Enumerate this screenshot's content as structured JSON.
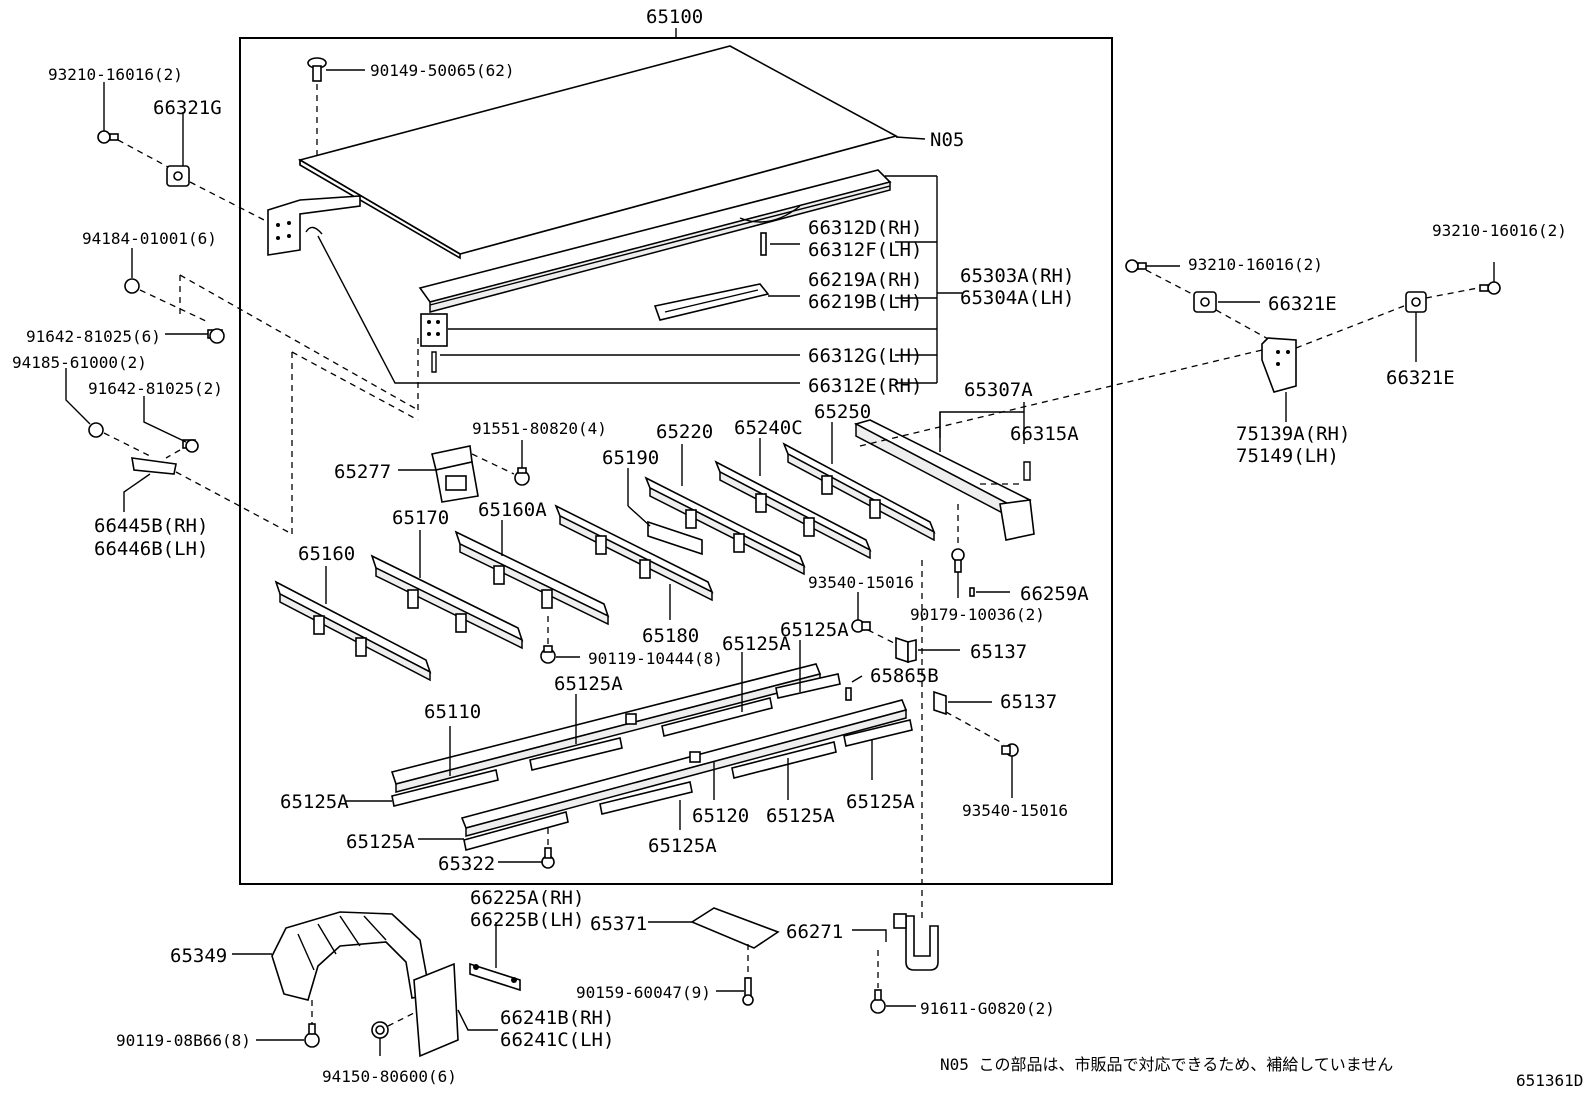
{
  "assembly_label": "65100",
  "footnote": "N05 この部品は、市販品で対応できるため、補給していません",
  "figure_code": "651361D",
  "labels": {
    "p93210_l": "93210-16016(2)",
    "p66321G": "66321G",
    "p94184": "94184-01001(6)",
    "p91642_a": "91642-81025(6)",
    "p94185": "94185-61000(2)",
    "p91642_b": "91642-81025(2)",
    "p66445B": "66445B(RH)",
    "p66446B": "66446B(LH)",
    "p90149": "90149-50065(62)",
    "pN05": "N05",
    "p66312D": "66312D(RH)",
    "p66312F": "66312F(LH)",
    "p66219A": "66219A(RH)",
    "p66219B": "66219B(LH)",
    "p65303A": "65303A(RH)",
    "p65304A": "65304A(LH)",
    "p66312G": "66312G(LH)",
    "p66312E": "66312E(RH)",
    "p91551": "91551-80820(4)",
    "p65277": "65277",
    "p65220": "65220",
    "p65240C": "65240C",
    "p65250": "65250",
    "p65307A": "65307A",
    "p66315A": "66315A",
    "p65190": "65190",
    "p65170": "65170",
    "p65160A": "65160A",
    "p65160": "65160",
    "p93540_a": "93540-15016",
    "p66259A": "66259A",
    "p90179": "90179-10036(2)",
    "p65180": "65180",
    "p65137_a": "65137",
    "p90119_a": "90119-10444(8)",
    "p65125A_1": "65125A",
    "p65125A_2": "65125A",
    "p65865B": "65865B",
    "p65125A_3": "65125A",
    "p65137_b": "65137",
    "p65110": "65110",
    "p65125A_4": "65125A",
    "p65125A_5": "65125A",
    "p65120": "65120",
    "p65125A_6": "65125A",
    "p93540_b": "93540-15016",
    "p65125A_7": "65125A",
    "p65125A_8": "65125A",
    "p65322": "65322",
    "p93210_r1": "93210-16016(2)",
    "p66321E_1": "66321E",
    "p93210_r2": "93210-16016(2)",
    "p66321E_2": "66321E",
    "p75139A": "75139A(RH)",
    "p75149": "75149(LH)",
    "p66225A": "66225A(RH)",
    "p66225B": "66225B(LH)",
    "p65371": "65371",
    "p65349": "65349",
    "p66271": "66271",
    "p90159": "90159-60047(9)",
    "p91611": "91611-G0820(2)",
    "p66241B": "66241B(RH)",
    "p66241C": "66241C(LH)",
    "p90119_b": "90119-08B66(8)",
    "p94150": "94150-80600(6)"
  }
}
